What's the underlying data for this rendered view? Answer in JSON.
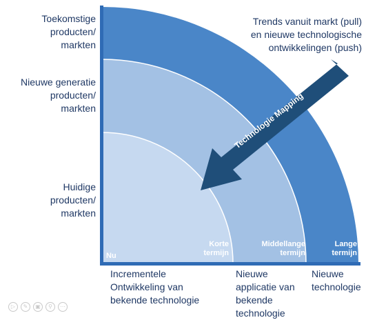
{
  "y_labels": {
    "future": "Toekomstige\nproducten/\nmarkten",
    "next_gen": "Nieuwe generatie\nproducten/\nmarkten",
    "current": "Huidige\nproducten/\nmarkten"
  },
  "trends_text": "Trends vanuit markt (pull)\nen nieuwe technologische\nontwikkelingen (push)",
  "arrow_label": "Technologie Mapping",
  "arc_labels": {
    "now": "Nu",
    "short": "Korte\ntermijn",
    "medium": "Middellange\ntermijn",
    "long": "Lange\ntermijn"
  },
  "x_labels": {
    "incremental": "Incrementele\nOntwikkeling van\nbekende technologie",
    "new_application": "Nieuwe\napplicatie van\nbekende\ntechnologie",
    "new_technology": "Nieuwe\ntechnologie"
  },
  "colors": {
    "outer_band": "#4a86c8",
    "middle_band": "#a3c1e4",
    "inner_band": "#c6d9f0",
    "arrow": "#1f4e79",
    "axis": "#2f6bb5"
  },
  "controls": [
    "play-icon",
    "edit-icon",
    "copy-icon",
    "zoom-icon",
    "more-icon"
  ]
}
